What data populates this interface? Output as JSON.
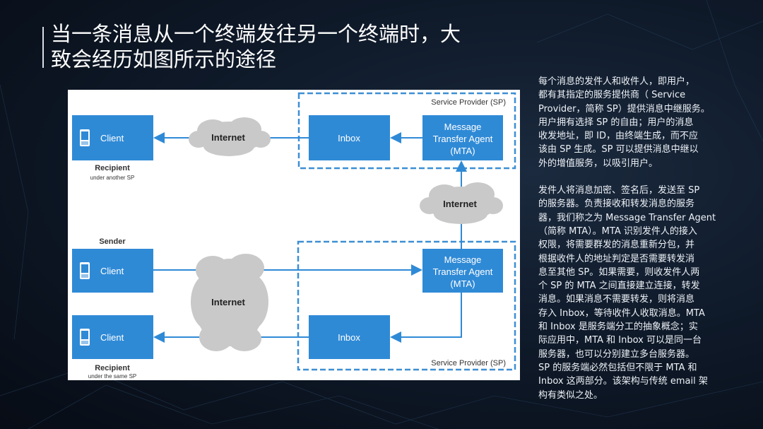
{
  "title": [
    "当一条消息从一个终端发往另一个终端时，大",
    "致会经历如图所示的途径"
  ],
  "diagram": {
    "sp_label": "Service Provider (SP)",
    "client": "Client",
    "inbox": "Inbox",
    "mta": [
      "Message",
      "Transfer Agent",
      "(MTA)"
    ],
    "internet": "Internet",
    "sender": "Sender",
    "recipient": "Recipient",
    "under_another_sp": "under another SP",
    "under_same_sp": "under the same SP"
  },
  "side_text": [
    [
      "每个消息的发件人和收件人，即用户，",
      "都有其指定的服务提供商（ Service",
      "Provider，简称 SP）提供消息中继服务。",
      "用户拥有选择 SP 的自由；用户的消息",
      "收发地址，即 ID，由终端生成，而不应",
      "该由 SP 生成。SP 可以提供消息中继以",
      "外的增值服务，以吸引用户。"
    ],
    [
      "发件人将消息加密、签名后，发送至 SP",
      "的服务器。负责接收和转发消息的服务",
      "器，我们称之为 Message Transfer Agent",
      "（简称 MTA）。MTA 识别发件人的接入",
      "权限，将需要群发的消息重新分包，并",
      "根据收件人的地址判定是否需要转发消",
      "息至其他 SP。如果需要，则收发件人两",
      "个 SP 的 MTA 之间直接建立连接，转发",
      "消息。如果消息不需要转发，则将消息",
      "存入 Inbox，等待收件人收取消息。MTA",
      "和 Inbox 是服务端分工的抽象概念；实",
      "际应用中，MTA 和 Inbox 可以是同一台",
      "服务器，也可以分别建立多台服务器。",
      "SP 的服务端必然包括但不限于 MTA 和",
      "Inbox 这两部分。该架构与传统 email 架",
      "构有类似之处。"
    ]
  ],
  "colors": {
    "box": "#2f8ad6",
    "dash": "#3d8fd4",
    "cloud": "#c9c9c9"
  }
}
